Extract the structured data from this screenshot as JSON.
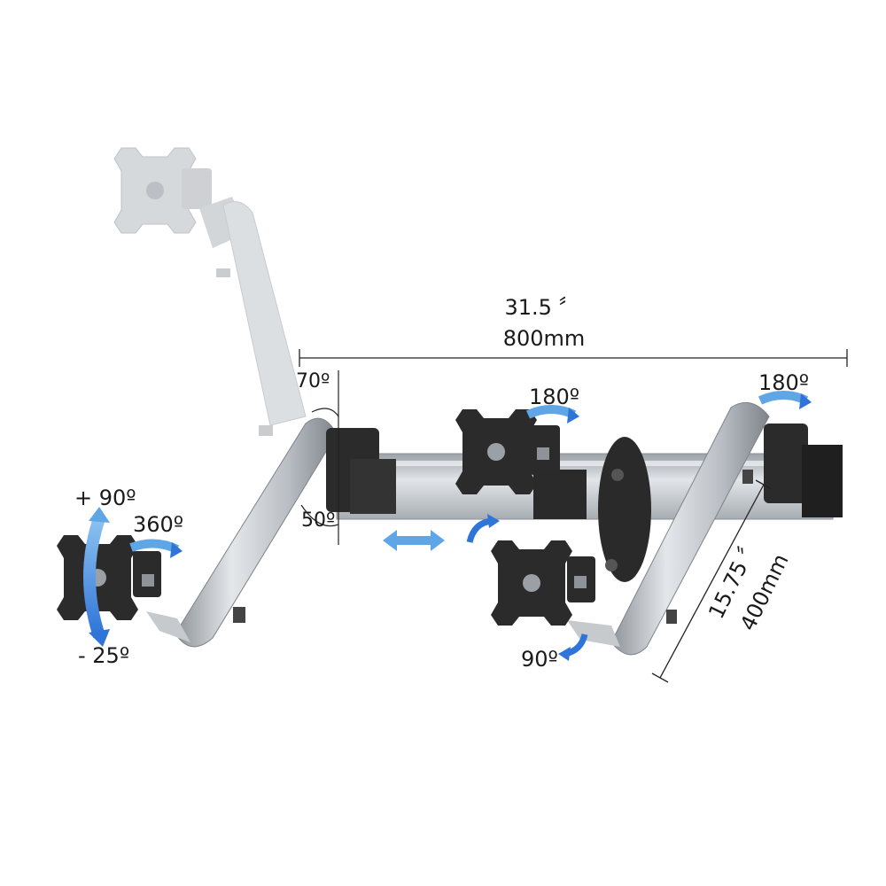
{
  "dimensions": {
    "width_inches": "31.5 〞",
    "width_mm": "800mm",
    "arm_length_inches": "15.75 〞",
    "arm_length_mm": "400mm"
  },
  "angles": {
    "arm_swing_top": "70º",
    "arm_swing_bottom": "50º",
    "left_tilt_up": "+ 90º",
    "left_tilt_down": "- 25º",
    "left_rotation": "360º",
    "center_rotation": "180º",
    "right_rotation": "180º",
    "bottom_swivel": "90º"
  },
  "colors": {
    "arrow_blue": "#2f74d8",
    "arrow_light_blue": "#5ea6e6",
    "arm_silver": "#b9bec4",
    "ghost_arm": "#d6d9dc",
    "plate_dark": "#2b2b2b",
    "dimension_line": "#222222"
  }
}
